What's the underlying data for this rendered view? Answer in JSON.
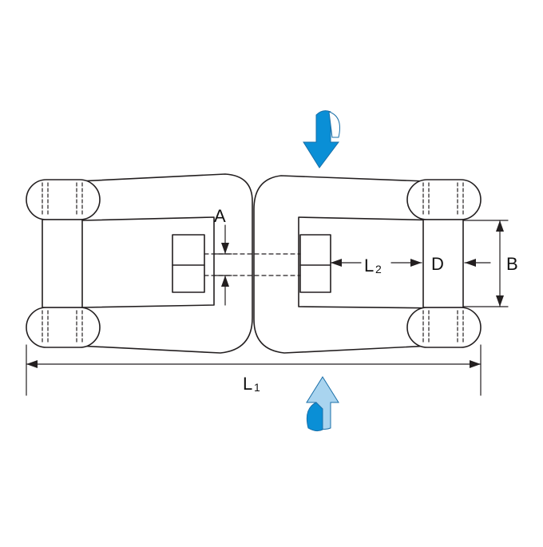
{
  "diagram": {
    "labels": {
      "A": "A",
      "B": "B",
      "D": "D",
      "L1_main": "L",
      "L1_sub": "1",
      "L2_main": "L",
      "L2_sub": "2"
    },
    "colors": {
      "line": "#231f20",
      "arrow_dark_blue": "#0a8fd6",
      "arrow_light_blue": "#a9d4ef",
      "background": "#ffffff"
    },
    "icons": [
      "rotation-arrow-down-icon",
      "rotation-arrow-up-icon"
    ]
  }
}
